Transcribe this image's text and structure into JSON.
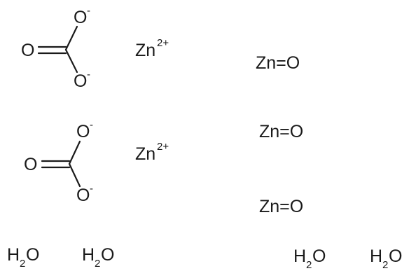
{
  "carbonates": [
    {
      "double_o": "O",
      "top_o": "O",
      "top_charge": "-",
      "bottom_o": "O",
      "bottom_charge": "-"
    },
    {
      "double_o": "O",
      "top_o": "O",
      "top_charge": "-",
      "bottom_o": "O",
      "bottom_charge": "-"
    }
  ],
  "zinc_ions": [
    {
      "symbol": "Zn",
      "charge": "2+"
    },
    {
      "symbol": "Zn",
      "charge": "2+"
    }
  ],
  "zinc_oxides": [
    {
      "formula": "Zn=O"
    },
    {
      "formula": "Zn=O"
    },
    {
      "formula": "Zn=O"
    }
  ],
  "waters": [
    {
      "h": "H",
      "sub": "2",
      "o": "O"
    },
    {
      "h": "H",
      "sub": "2",
      "o": "O"
    },
    {
      "h": "H",
      "sub": "2",
      "o": "O"
    },
    {
      "h": "H",
      "sub": "2",
      "o": "O"
    }
  ]
}
